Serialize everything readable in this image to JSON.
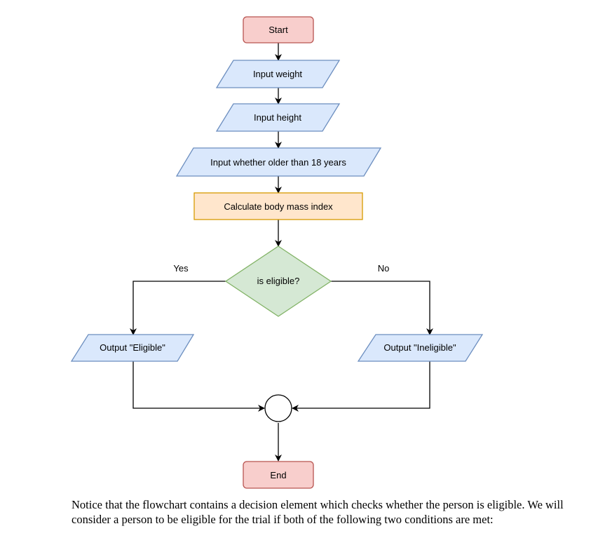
{
  "colors": {
    "terminal_fill": "#f8cecc",
    "terminal_stroke": "#b85450",
    "io_fill": "#dae8fc",
    "io_stroke": "#6c8ebf",
    "process_fill": "#ffe6cc",
    "process_stroke": "#d79b00",
    "decision_fill": "#d5e8d4",
    "decision_stroke": "#82b366",
    "connector": "#000000"
  },
  "flowchart": {
    "start": "Start",
    "input_weight": "Input weight",
    "input_height": "Input height",
    "input_age": "Input whether older than 18 years",
    "calculate": "Calculate body mass index",
    "decision": "is eligible?",
    "yes_label": "Yes",
    "no_label": "No",
    "output_eligible": "Output \"Eligible\"",
    "output_ineligible": "Output \"Ineligible\"",
    "end": "End"
  },
  "paragraph": "Notice that the flowchart contains a decision element which checks whether the person is eligible. We will consider a person to be eligible for the trial if both of the following two conditions are met:"
}
